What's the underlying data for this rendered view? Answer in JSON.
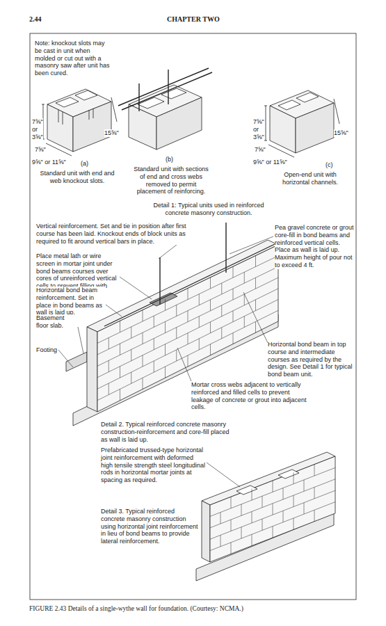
{
  "diagram": {
    "caption": "FIGURE 2.43 Details of a single-wythe wall for foundation. (Courtesy: NCMA.)",
    "labels": [
      "2.44",
      "CHAPTER TWO",
      "Note: knockout slots may be cast in unit when molded or cut out with a masonry saw after unit has been cured.",
      "7⅝\" or 3⅝\"",
      "15⅝\"",
      "7⅝\"",
      "9⅝\" or 11⅝\"",
      "(a)",
      "Standard unit with end and web knockout slots.",
      "(b)",
      "Standard unit with sections of end and cross webs removed to permit placement of reinforcing.",
      "7⅝\" or 3⅝\"",
      "15⅝\"",
      "7⅝\"",
      "9⅝\" or 11⅝\"",
      "(c)",
      "Open-end unit with horizontal channels.",
      "Detail 1: Typical units used in reinforced concrete masonry construction.",
      "Vertical reinforcement. Set and tie in position after first course has been laid. Knockout ends of block units as required to fit around vertical bars in place.",
      "Place metal lath or wire screen in mortar joint under bond beams courses over cores of unreinforced vertical cells to prevent filling with concrete or grout.",
      "Horizontal bond beam reinforcement. Set in place in bond beams as wall is laid up.",
      "Basement floor slab.",
      "Footing",
      "Pea gravel concrete or grout core-fill in bond beams and reinforced vertical cells. Place as wall is laid up. Maximum height of pour not to exceed 4 ft.",
      "Horizontal bond beam in top course and intermediate courses as required by the design. See Detail 1 for typical bond beam unit.",
      "Mortar cross webs adjacent to vertically reinforced and filled cells to prevent leakage of concrete or grout into adjacent cells.",
      "Detail 2. Typical reinforced concrete masonry construction-reinforcement and core-fill placed as wall is laid up.",
      "Prefabricated trussed-type horizontal joint reinforcement with deformed high tensile strength steel longitudinal rods in horizontal mortar joints at spacing as required.",
      "Detail 3. Typical reinforced concrete masonry construction using horizontal joint reinforcement in lieu of bond beams to provide lateral reinforcement."
    ]
  }
}
